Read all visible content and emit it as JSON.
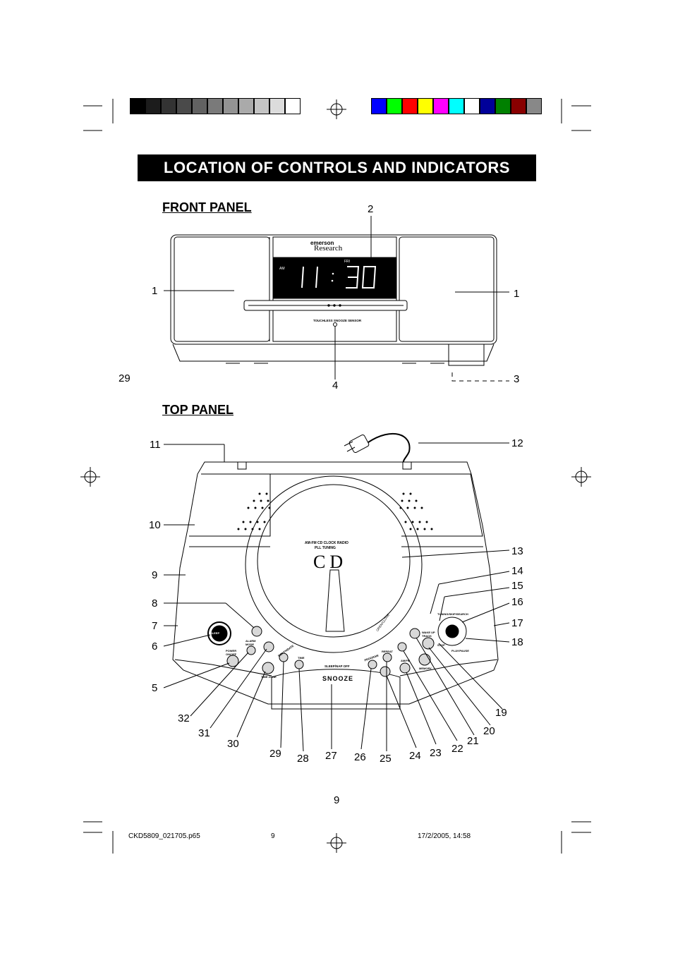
{
  "header": {
    "gray_swatches": [
      "#000000",
      "#1c1c1c",
      "#333333",
      "#4a4a4a",
      "#626262",
      "#7a7a7a",
      "#939393",
      "#aaaaaa",
      "#c4c4c4",
      "#dcdcdc",
      "#ffffff"
    ],
    "color_swatches": [
      "#0000ff",
      "#00ff00",
      "#ff0000",
      "#ffff00",
      "#ff00ff",
      "#00ffff",
      "#ffffff",
      "#000099",
      "#008000",
      "#880000",
      "#888888"
    ]
  },
  "banner": {
    "title": "LOCATION OF CONTROLS AND INDICATORS"
  },
  "front_panel": {
    "title": "FRONT PANEL",
    "brand_top": "emerson",
    "brand": "Research",
    "display_time": "11:30",
    "display_ampm": "AM",
    "display_day": "FRI",
    "sensor_label": "TOUCHLESS SNOOZE SENSOR",
    "callouts": {
      "c1l": "1",
      "c1r": "1",
      "c2": "2",
      "c3": "3",
      "c4": "4"
    }
  },
  "margin_number": "29",
  "top_panel": {
    "title": "TOP PANEL",
    "cd_caption_1": "AM-FM CD CLOCK RADIO",
    "cd_caption_2": "PLL TUNING",
    "cd_logo": "CD",
    "open_close": "OPEN/CLOSE",
    "snooze": "SNOOZE",
    "sleep_nap_off": "SLEEP/NAP OFF",
    "sleep_btn": "SLEEP",
    "labels": {
      "power": "POWER ON/OFF",
      "alarm_mode": "ALARM MODE",
      "time_zone": "TIME ZONE",
      "month_date": "MONTH/DATE",
      "time": "TIME",
      "program": "PROGRAM",
      "repeat": "REPEAT",
      "am_fm": "AM/FM",
      "memory": "MEMORY",
      "wake_up_track": "WAKE UP TRACK",
      "play_pause": "PLAY/PAUSE",
      "tuning": "TUNING/SKIP/SEARCH",
      "stop": "STOP"
    },
    "callouts": {
      "c5": "5",
      "c6": "6",
      "c7": "7",
      "c8": "8",
      "c9": "9",
      "c10": "10",
      "c11": "11",
      "c12": "12",
      "c13": "13",
      "c14": "14",
      "c15": "15",
      "c16": "16",
      "c17": "17",
      "c18": "18",
      "c19": "19",
      "c20": "20",
      "c21": "21",
      "c22": "22",
      "c23": "23",
      "c24": "24",
      "c25": "25",
      "c26": "26",
      "c27": "27",
      "c28": "28",
      "c29": "29",
      "c30": "30",
      "c31": "31",
      "c32": "32"
    }
  },
  "page_number": "9",
  "footer": {
    "file": "CKD5809_021705.p65",
    "page": "9",
    "date": "17/2/2005, 14:58"
  }
}
